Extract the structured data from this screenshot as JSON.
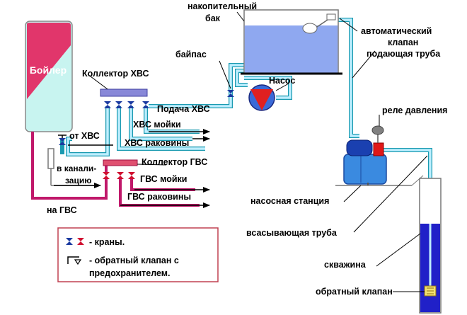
{
  "colors": {
    "cold_pipe": "#bfefff",
    "cold_pipe_edge": "#1a9ab0",
    "hot_pipe": "#c0186a",
    "boiler_top": "#e1366b",
    "boiler_body": "#c8f4f0",
    "tank_water": "#8fa8f0",
    "well_water": "#2020c8",
    "pump": "#e02020",
    "pump_blue": "#3a6ad8",
    "valve_blue": "#1a3aa0",
    "valve_red": "#d01030",
    "legend_border": "#c04050",
    "manifold": "#8888d8",
    "relay": "#808080",
    "red_block": "#e01818"
  },
  "labels": {
    "boiler": "Бойлер",
    "tank": "накопительный бак",
    "tank_line1": "накопительный",
    "tank_line2": "бак",
    "auto_valve_line1": "автоматический",
    "auto_valve_line2": "клапан",
    "supply_pipe": "подающая труба",
    "bypass": "байпас",
    "pump": "Насос",
    "cold_manifold": "Коллектор ХВС",
    "cold_feed": "Подача ХВС",
    "cold_sink": "ХВС мойки",
    "cold_basin": "ХВС раковины",
    "from_cold": "от ХВС",
    "sewer_line1": "в канали-",
    "sewer_line2": "зацию",
    "hot_manifold": "Коллектор ГВС",
    "hot_sink": "ГВС мойки",
    "hot_basin": "ГВС раковины",
    "to_hot": "на ГВС",
    "pressure_relay": "реле давления",
    "pump_station": "насосная станция",
    "suction_pipe": "всасывающая труба",
    "well": "скважина",
    "check_valve": "обратный клапан"
  },
  "legend": {
    "taps": "- краны.",
    "check_line1": "- обратный клапан с",
    "check_line2": "предохранителем."
  },
  "icons": {
    "tap": "tap-valve-icon",
    "check_valve": "check-valve-icon",
    "pump": "pump-icon",
    "arrow": "arrow-right-icon"
  }
}
